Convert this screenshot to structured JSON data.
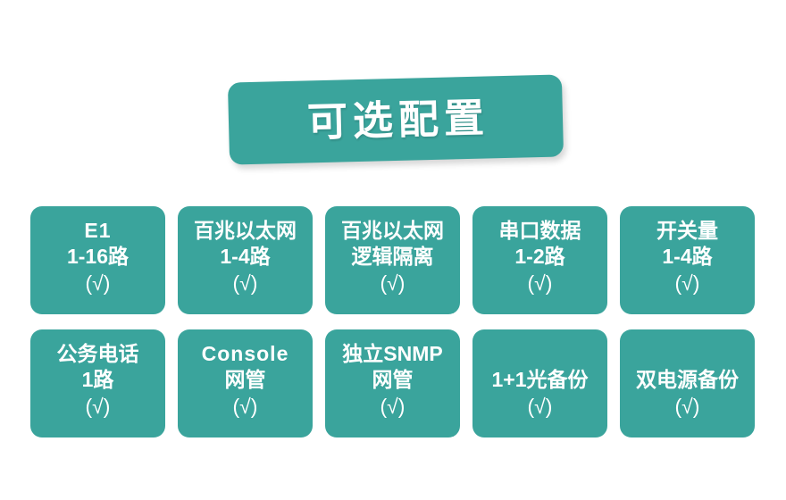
{
  "banner": {
    "title": "可选配置",
    "color": "#3aa49c",
    "text_color": "#ffffff"
  },
  "theme": {
    "card_color": "#3aa49c",
    "background": "#ffffff",
    "text_color": "#ffffff"
  },
  "check_mark": "(√)",
  "rows": [
    {
      "cards": [
        {
          "lines": [
            "E1",
            "1-16路"
          ],
          "check": "(√)"
        },
        {
          "lines": [
            "百兆以太网",
            "1-4路"
          ],
          "check": "(√)"
        },
        {
          "lines": [
            "百兆以太网",
            "逻辑隔离"
          ],
          "check": "(√)"
        },
        {
          "lines": [
            "串口数据",
            "1-2路"
          ],
          "check": "(√)"
        },
        {
          "lines": [
            "开关量",
            "1-4路"
          ],
          "check": "(√)"
        }
      ]
    },
    {
      "cards": [
        {
          "lines": [
            "公务电话",
            "1路"
          ],
          "check": "(√)"
        },
        {
          "lines": [
            "Console",
            "网管"
          ],
          "check": "(√)"
        },
        {
          "lines": [
            "独立SNMP",
            "网管"
          ],
          "check": "(√)"
        },
        {
          "lines": [
            "1+1光备份"
          ],
          "check": "(√)"
        },
        {
          "lines": [
            "双电源备份"
          ],
          "check": "(√)"
        }
      ]
    }
  ]
}
